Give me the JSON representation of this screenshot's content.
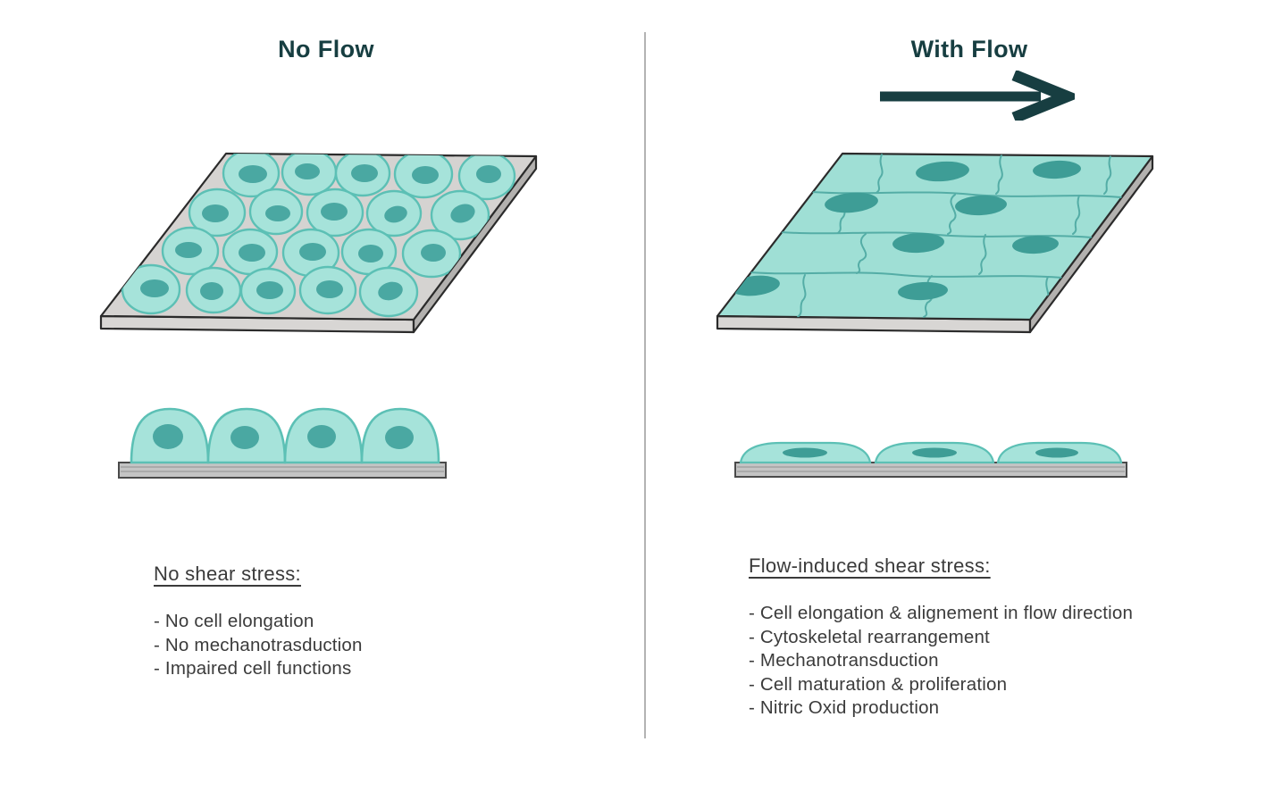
{
  "left_panel": {
    "title": "No Flow",
    "text": {
      "heading": "No shear stress:",
      "bullets": [
        "- No cell elongation",
        "- No mechanotrasduction",
        "- Impaired cell functions"
      ]
    }
  },
  "right_panel": {
    "title": "With Flow",
    "text": {
      "heading": "Flow-induced shear stress:",
      "bullets": [
        "- Cell elongation & alignement in flow direction",
        "- Cytoskeletal rearrangement",
        "- Mechanotransduction",
        "- Cell maturation & proliferation",
        "- Nitric Oxid production"
      ]
    }
  },
  "colors": {
    "title_text": "#173e41",
    "body_text": "#3b3b3b",
    "arrow": "#173e41",
    "divider": "#b3b3b3",
    "plate_top": "#d5d3d1",
    "plate_front": "#d8d6d4",
    "plate_side": "#b3b1af",
    "plate_outline": "#2b2b2b",
    "cell_fill": "#a6e3da",
    "cell_outline": "#5cc0b5",
    "cell_nucleus": "#4aa8a2",
    "confluent_fill": "#9fdfd5",
    "confluent_border": "#54ada6",
    "confluent_nucleus": "#3e9d96",
    "substrate_fill": "#c4c4c4",
    "substrate_outline": "#4a4a4a"
  }
}
